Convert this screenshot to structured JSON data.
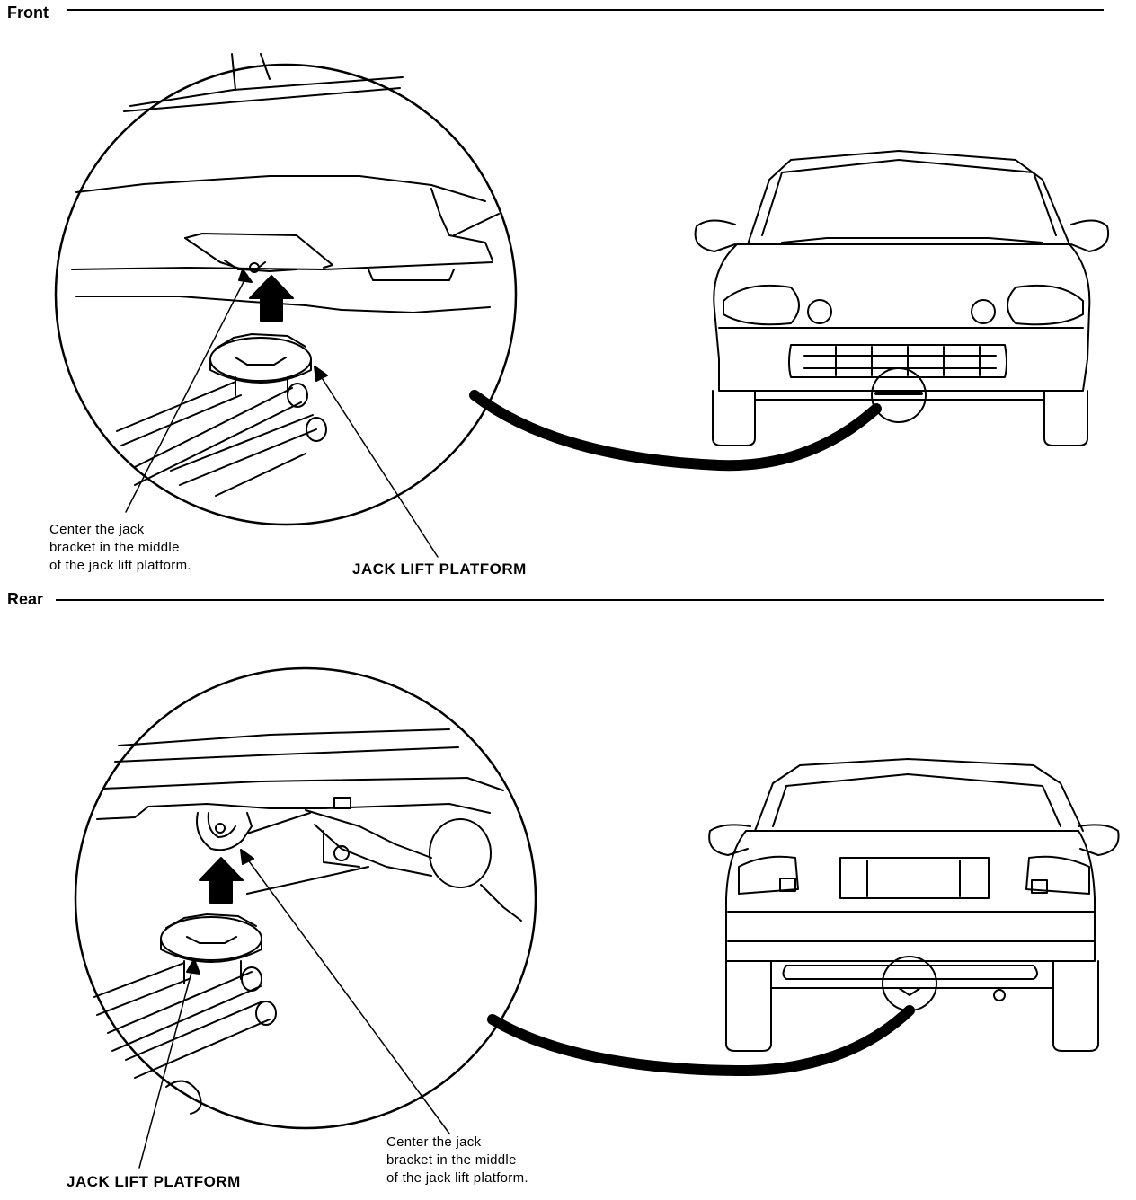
{
  "sections": {
    "front": {
      "label": "Front",
      "caption": "Center the jack\nbracket in the middle\nof the jack lift platform.",
      "callout": "JACK LIFT PLATFORM"
    },
    "rear": {
      "label": "Rear",
      "caption": "Center the jack\nbracket in the middle\nof the jack lift platform.",
      "callout": "JACK LIFT PLATFORM"
    }
  },
  "colors": {
    "ink": "#000000",
    "paper": "#ffffff"
  }
}
